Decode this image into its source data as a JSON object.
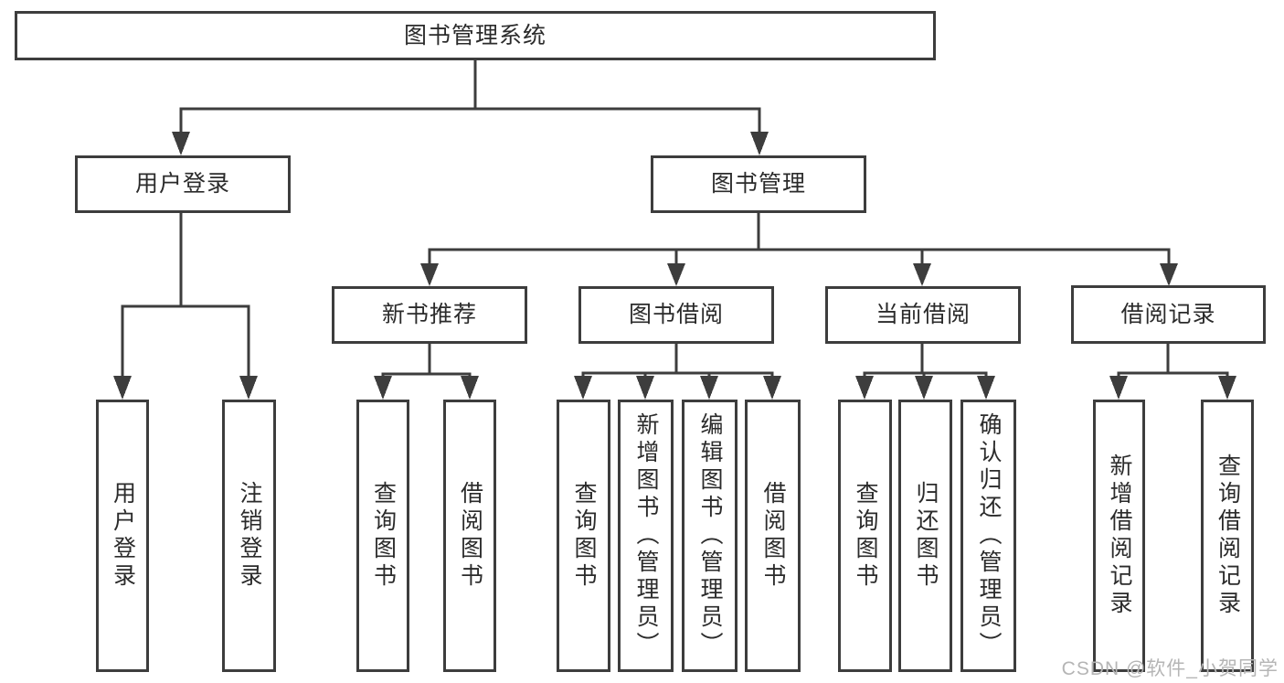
{
  "tree": {
    "label": "图书管理系统",
    "children": [
      {
        "label": "用户登录",
        "children": [
          {
            "label": "用户登录"
          },
          {
            "label": "注销登录"
          }
        ]
      },
      {
        "label": "图书管理",
        "children": [
          {
            "label": "新书推荐",
            "children": [
              {
                "label": "查询图书"
              },
              {
                "label": "借阅图书"
              }
            ]
          },
          {
            "label": "图书借阅",
            "children": [
              {
                "label": "查询图书"
              },
              {
                "label": "新增图书（管理员）"
              },
              {
                "label": "编辑图书（管理员）"
              },
              {
                "label": "借阅图书"
              }
            ]
          },
          {
            "label": "当前借阅",
            "children": [
              {
                "label": "查询图书"
              },
              {
                "label": "归还图书"
              },
              {
                "label": "确认归还（管理员）"
              }
            ]
          },
          {
            "label": "借阅记录",
            "children": [
              {
                "label": "新增借阅记录"
              },
              {
                "label": "查询借阅记录"
              }
            ]
          }
        ]
      }
    ]
  },
  "watermark": "CSDN @软件_小贺同学",
  "colors": {
    "line": "#3d3d3d",
    "text": "#2b2b2b",
    "watermark": "#b5b5b5",
    "background": "#ffffff"
  }
}
